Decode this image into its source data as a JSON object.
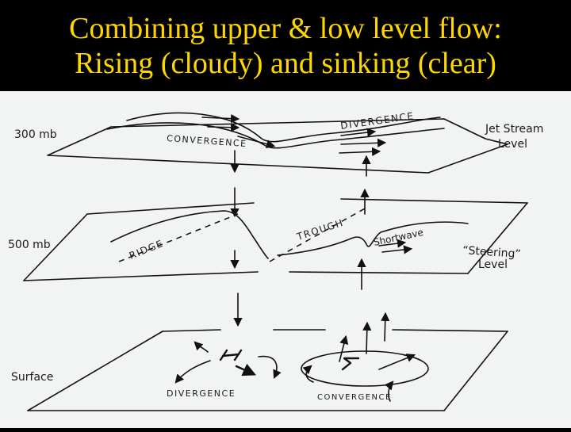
{
  "title": {
    "line1": "Combining upper & low level flow:",
    "line2": "Rising (cloudy) and sinking (clear)"
  },
  "levels": {
    "upper": {
      "pressure": "300 mb",
      "name_line1": "Jet Stream",
      "name_line2": "Level"
    },
    "middle": {
      "pressure": "500 mb",
      "name_line1": "“Steering”",
      "name_line2": "Level"
    },
    "surface": {
      "name": "Surface"
    }
  },
  "labels": {
    "upper_convergence": "CONVERGENCE",
    "upper_divergence": "DIVERGENCE",
    "ridge": "RIDGE",
    "trough": "TROUGH",
    "shortwave": "Shortwave",
    "high": "H",
    "low": "L",
    "surface_divergence": "DIVERGENCE",
    "surface_convergence": "CONVERGENCE"
  },
  "colors": {
    "title_text": "#ffd700",
    "title_background": "#000000",
    "paper": "#f2f3f3",
    "ink": "#111111"
  }
}
